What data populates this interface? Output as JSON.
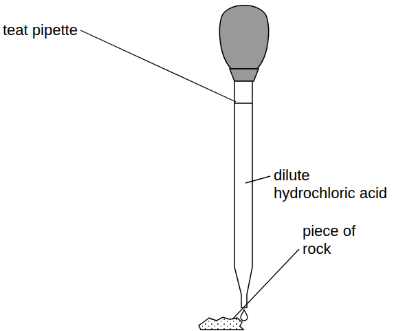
{
  "diagram": {
    "labels": [
      "teat pipette",
      "dilute hydrochloric acid",
      "piece of rock"
    ]
  }
}
